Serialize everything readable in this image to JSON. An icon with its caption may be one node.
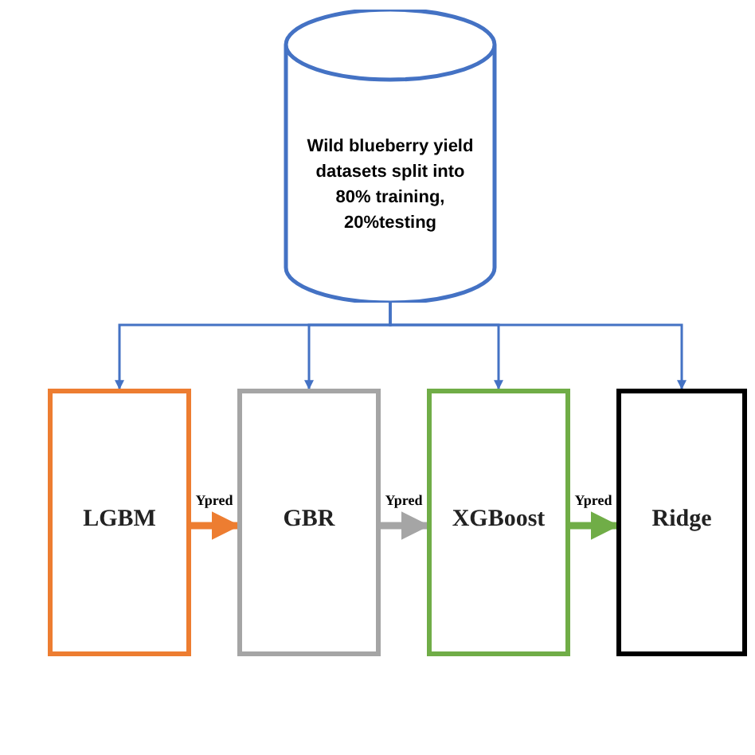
{
  "diagram": {
    "nodes": [
      {
        "text": [
          "Wild blueberry yield datasets split into 80% training, 20%testing"
        ]
      },
      {
        "text": [
          "LGBM"
        ]
      },
      {
        "text": [
          "GBR"
        ]
      },
      {
        "text": [
          "XGBoost"
        ]
      },
      {
        "text": [
          "Ridge"
        ]
      }
    ],
    "edges": [
      {
        "from": 0,
        "to": 1,
        "arrow": "to",
        "color": "#4472c4"
      },
      {
        "from": 0,
        "to": 2,
        "arrow": "to",
        "color": "#4472c4"
      },
      {
        "from": 0,
        "to": 3,
        "arrow": "to",
        "color": "#4472c4"
      },
      {
        "from": 0,
        "to": 4,
        "arrow": "to",
        "color": "#4472c4"
      },
      {
        "from": 1,
        "to": 2,
        "arrow": "to",
        "label": "Ypred",
        "color": "#ed7d31",
        "style": "thick"
      },
      {
        "from": 2,
        "to": 3,
        "arrow": "to",
        "label": "Ypred",
        "color": "#a5a5a5",
        "style": "thick"
      },
      {
        "from": 3,
        "to": 4,
        "arrow": "to",
        "label": "Ypred",
        "color": "#70ad47",
        "style": "thick"
      }
    ]
  }
}
